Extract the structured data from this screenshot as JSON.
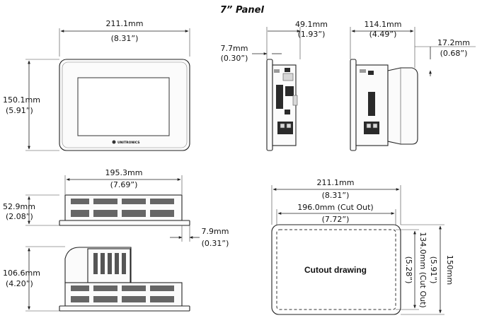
{
  "title": "7” Panel",
  "front": {
    "width_mm": "211.1mm",
    "width_in": "(8.31”)",
    "height_mm": "150.1mm",
    "height_in": "(5.91”)",
    "logo": "UNITRONICS"
  },
  "side": {
    "depth_mm": "49.1mm",
    "depth_in": "(1.93”)",
    "bezel_mm": "7.7mm",
    "bezel_in": "(0.30”)"
  },
  "side2": {
    "depth_mm": "114.1mm",
    "depth_in": "(4.49”)",
    "offset_mm": "17.2mm",
    "offset_in": "(0.68”)"
  },
  "top": {
    "width_mm": "195.3mm",
    "width_in": "(7.69”)",
    "height_mm": "52.9mm",
    "height_in": "(2.08”)",
    "bezel_mm": "7.9mm",
    "bezel_in": "(0.31”)"
  },
  "top2": {
    "height_mm": "106.6mm",
    "height_in": "(4.20”)"
  },
  "cutout": {
    "outer_w_mm": "211.1mm",
    "outer_w_in": "(8.31”)",
    "inner_w_mm": "196.0mm (Cut Out)",
    "inner_w_in": "(7.72”)",
    "label": "Cutout drawing",
    "inner_h_mm": "134.0mm (Cut Out)",
    "inner_h_in": "(5.28”)",
    "outer_h_mm": "150mm",
    "outer_h_in": "(5.91”)"
  }
}
